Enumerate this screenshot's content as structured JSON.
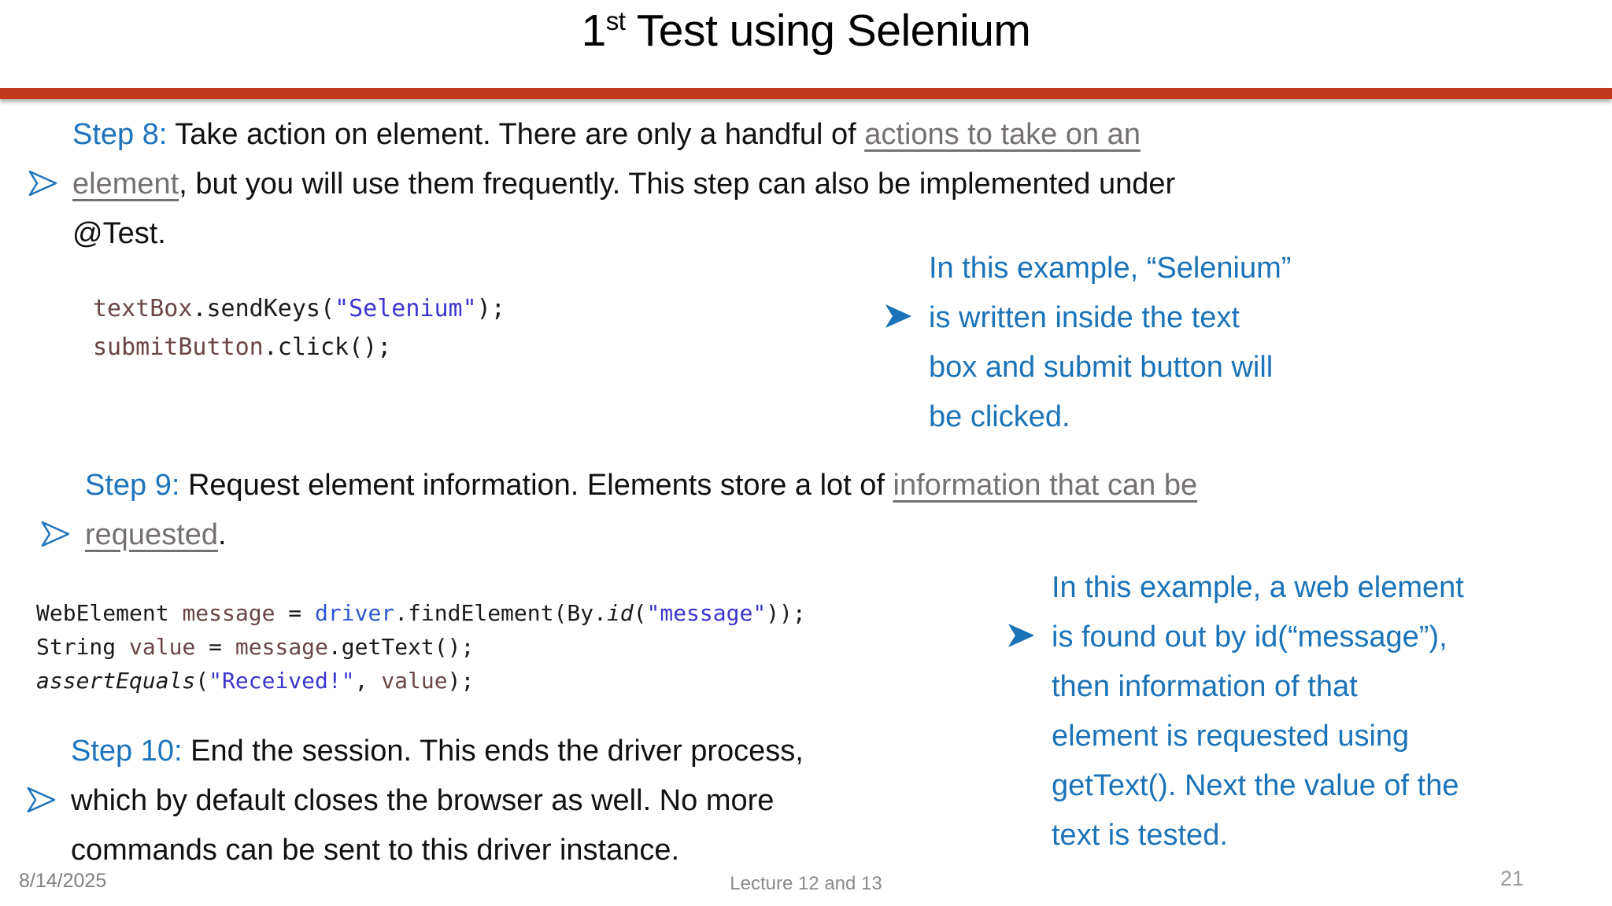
{
  "title": {
    "prefix": "1",
    "superscript": "st",
    "suffix": " Test using Selenium"
  },
  "steps": {
    "step8": {
      "label": "Step 8:",
      "before": " Take action on element. There are only a handful of ",
      "link": "actions to take on an\nelement",
      "after": ", but you will use them frequently. This step can also be implemented under\n@Test."
    },
    "step9": {
      "label": "Step 9:",
      "before": " Request element information. Elements store a lot of ",
      "link": "information that can be\nrequested",
      "after": "."
    },
    "step10": {
      "label": "Step 10:",
      "text": " End the session. This ends the driver process,\nwhich by default closes the browser as well. No more\ncommands can be sent to this driver instance."
    }
  },
  "examples": {
    "example1": "In this example, “Selenium”\nis written inside the text\nbox and submit button will\nbe clicked.",
    "example2": "In this example, a web element\nis found out by id(“message”),\nthen information of that\nelement is requested using\ngetText(). Next the value of the\ntext is tested."
  },
  "code_blocks": {
    "block1": [
      [
        {
          "t": "textBox",
          "c": "v"
        },
        {
          "t": ".sendKeys(",
          "c": "p"
        },
        {
          "t": "\"Selenium\"",
          "c": "s"
        },
        {
          "t": ");",
          "c": "p"
        }
      ],
      [
        {
          "t": "submitButton",
          "c": "v"
        },
        {
          "t": ".click();",
          "c": "p"
        }
      ]
    ],
    "block2": [
      [
        {
          "t": "WebElement ",
          "c": "p"
        },
        {
          "t": "message",
          "c": "v"
        },
        {
          "t": " = ",
          "c": "p"
        },
        {
          "t": "driver",
          "c": "d"
        },
        {
          "t": ".findElement(By.",
          "c": "p"
        },
        {
          "t": "id",
          "c": "i"
        },
        {
          "t": "(",
          "c": "p"
        },
        {
          "t": "\"message\"",
          "c": "s"
        },
        {
          "t": "));",
          "c": "p"
        }
      ],
      [
        {
          "t": "String ",
          "c": "p"
        },
        {
          "t": "value",
          "c": "v"
        },
        {
          "t": " = ",
          "c": "p"
        },
        {
          "t": "message",
          "c": "v"
        },
        {
          "t": ".getText();",
          "c": "p"
        }
      ],
      [
        {
          "t": "assertEquals",
          "c": "i"
        },
        {
          "t": "(",
          "c": "p"
        },
        {
          "t": "\"Received!\"",
          "c": "s"
        },
        {
          "t": ", ",
          "c": "p"
        },
        {
          "t": "value",
          "c": "v"
        },
        {
          "t": ");",
          "c": "p"
        }
      ]
    ]
  },
  "footer": {
    "date": "8/14/2025",
    "lecture": "Lecture 12 and 13",
    "page_number": "21"
  },
  "colors": {
    "accent_blue": "#1e74bc",
    "callout_blue": "#1b73b8",
    "divider_red": "#c13a1c",
    "link_gray": "#767171",
    "code_variable": "#6b4545",
    "code_string": "#3a36cf",
    "code_driver": "#2d57cf",
    "footer_gray": "#7f7f7f"
  }
}
